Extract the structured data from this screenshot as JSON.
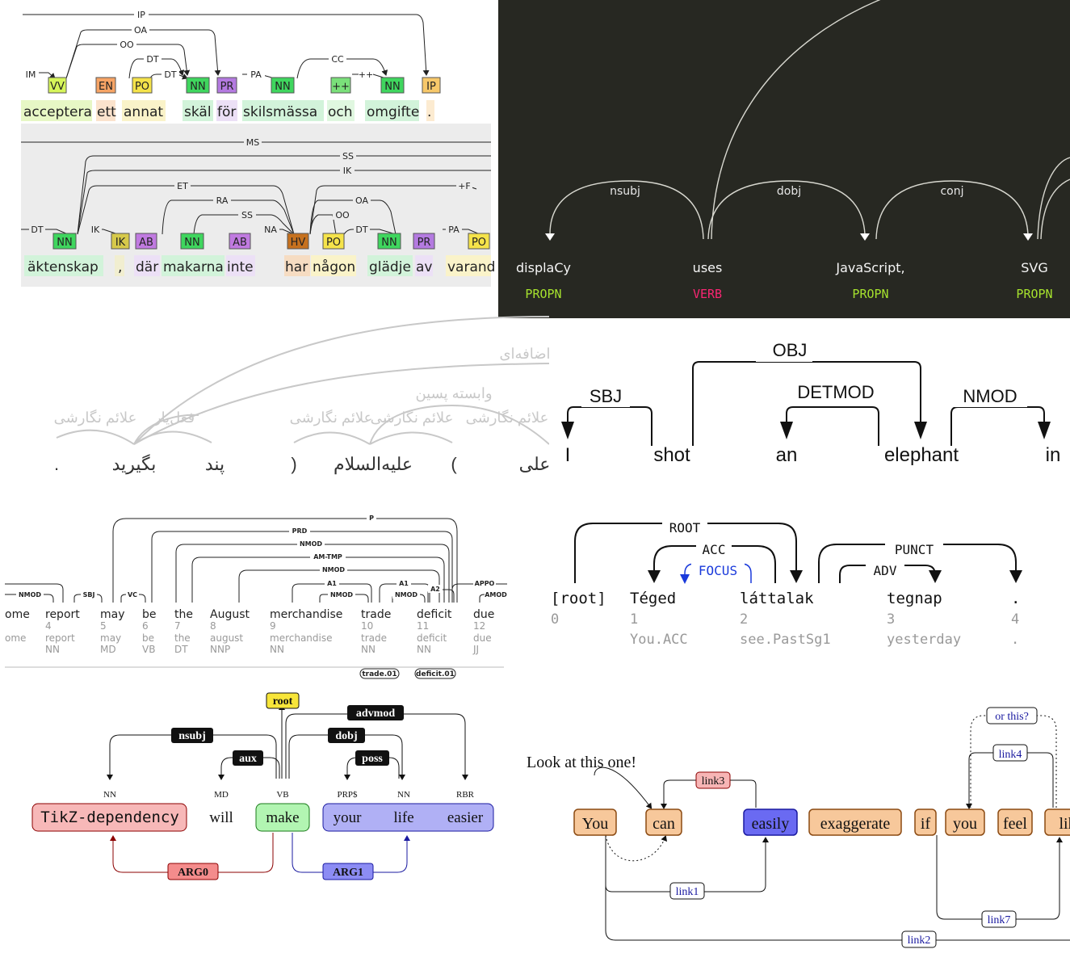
{
  "panels": {
    "swedish": {
      "top": {
        "labels": [
          "IP",
          "OA",
          "OO",
          "DT",
          "DT",
          "PA",
          "CC",
          "++",
          "IM"
        ],
        "tags": [
          "VV",
          "EN",
          "PO",
          "NN",
          "PR",
          "NN",
          "++",
          "NN",
          "IP"
        ],
        "words": [
          "acceptera",
          "ett",
          "annat",
          "skäl",
          "för",
          "skilsmässa",
          "och",
          "omgifte",
          "."
        ]
      },
      "bottom": {
        "labels": [
          "MS",
          "SS",
          "IK",
          "ET",
          "RA",
          "SS",
          "OA",
          "OO",
          "DT",
          "+F",
          "PA",
          "NA",
          "DT",
          "IK"
        ],
        "tags": [
          "NN",
          "IK",
          "AB",
          "NN",
          "AB",
          "HV",
          "PO",
          "NN",
          "PR",
          "PO"
        ],
        "words": [
          "äktenskap",
          ",",
          "där",
          "makarna",
          "inte",
          "har",
          "någon",
          "glädje",
          "av",
          "varand"
        ]
      }
    },
    "displacy": {
      "arcs": [
        "nsubj",
        "dobj",
        "conj"
      ],
      "words": [
        "displaCy",
        "uses",
        "JavaScript,",
        "SVG"
      ],
      "tags": [
        "PROPN",
        "VERB",
        "PROPN",
        "PROPN"
      ]
    },
    "persian": {
      "labels": [
        "اضافه‌ای",
        "وابسته پسین",
        "علائم نگارشی",
        "فعل‌یار",
        "علائم نگارشی",
        "علائم نگارشی",
        "علائم نگارشی"
      ],
      "words": [
        ".",
        "بگیرید",
        "پند",
        ")",
        "علیه‌السلام",
        "(",
        "علی"
      ]
    },
    "elephant": {
      "labels": [
        "OBJ",
        "SBJ",
        "DETMOD",
        "NMOD"
      ],
      "words": [
        "I",
        "shot",
        "an",
        "elephant",
        "in"
      ]
    },
    "conll": {
      "labels": [
        "P",
        "PRD",
        "NMOD",
        "AM-TMP",
        "NMOD",
        "A1",
        "NMOD",
        "A1",
        "NMOD",
        "A2",
        "APPO",
        "AMOD",
        "NMOD",
        "SBJ",
        "VC"
      ],
      "words": [
        "ome",
        "report",
        "may",
        "be",
        "the",
        "August",
        "merchandise",
        "trade",
        "deficit",
        "due"
      ],
      "ids": [
        "",
        "4",
        "5",
        "6",
        "7",
        "8",
        "9",
        "10",
        "11",
        "12"
      ],
      "lemmas": [
        "ome",
        "report",
        "may",
        "be",
        "the",
        "august",
        "merchandise",
        "trade",
        "deficit",
        "due"
      ],
      "pos": [
        "",
        "NN",
        "MD",
        "VB",
        "DT",
        "NNP",
        "NN",
        "NN",
        "NN",
        "JJ"
      ],
      "frames": [
        "trade.01",
        "deficit.01"
      ]
    },
    "hungarian": {
      "labels": [
        "ROOT",
        "ACC",
        "FOCUS",
        "PUNCT",
        "ADV"
      ],
      "words": [
        "[root]",
        "Téged",
        "láttalak",
        "tegnap",
        "."
      ],
      "ids": [
        "0",
        "1",
        "2",
        "3",
        "4"
      ],
      "gloss": [
        "",
        "You.ACC",
        "see.PastSg1",
        "yesterday",
        "."
      ]
    },
    "tikz": {
      "labels": [
        "root",
        "nsubj",
        "aux",
        "advmod",
        "dobj",
        "poss"
      ],
      "srl": [
        "ARG0",
        "ARG1"
      ],
      "tags": [
        "NN",
        "MD",
        "VB",
        "PRP$",
        "NN",
        "RBR"
      ],
      "words": [
        "TikZ-dependency",
        "will",
        "make",
        "your",
        "life",
        "easier"
      ]
    },
    "links": {
      "note": "Look at this one!",
      "links": [
        "link3",
        "link4",
        "or this?",
        "link1",
        "link7",
        "link2"
      ],
      "words": [
        "You",
        "can",
        "easily",
        "exaggerate",
        "if",
        "you",
        "feel",
        "lik"
      ]
    }
  },
  "colors": {
    "displacy_bg": "#272822",
    "propn": "#a6e22e",
    "verb": "#f92672",
    "tikz_red": "#f2a0a0",
    "tikz_green": "#a6f2a6",
    "tikz_blue": "#a0a0f2",
    "root_yellow": "#f7e53a",
    "link_orange": "#f7c89b"
  }
}
